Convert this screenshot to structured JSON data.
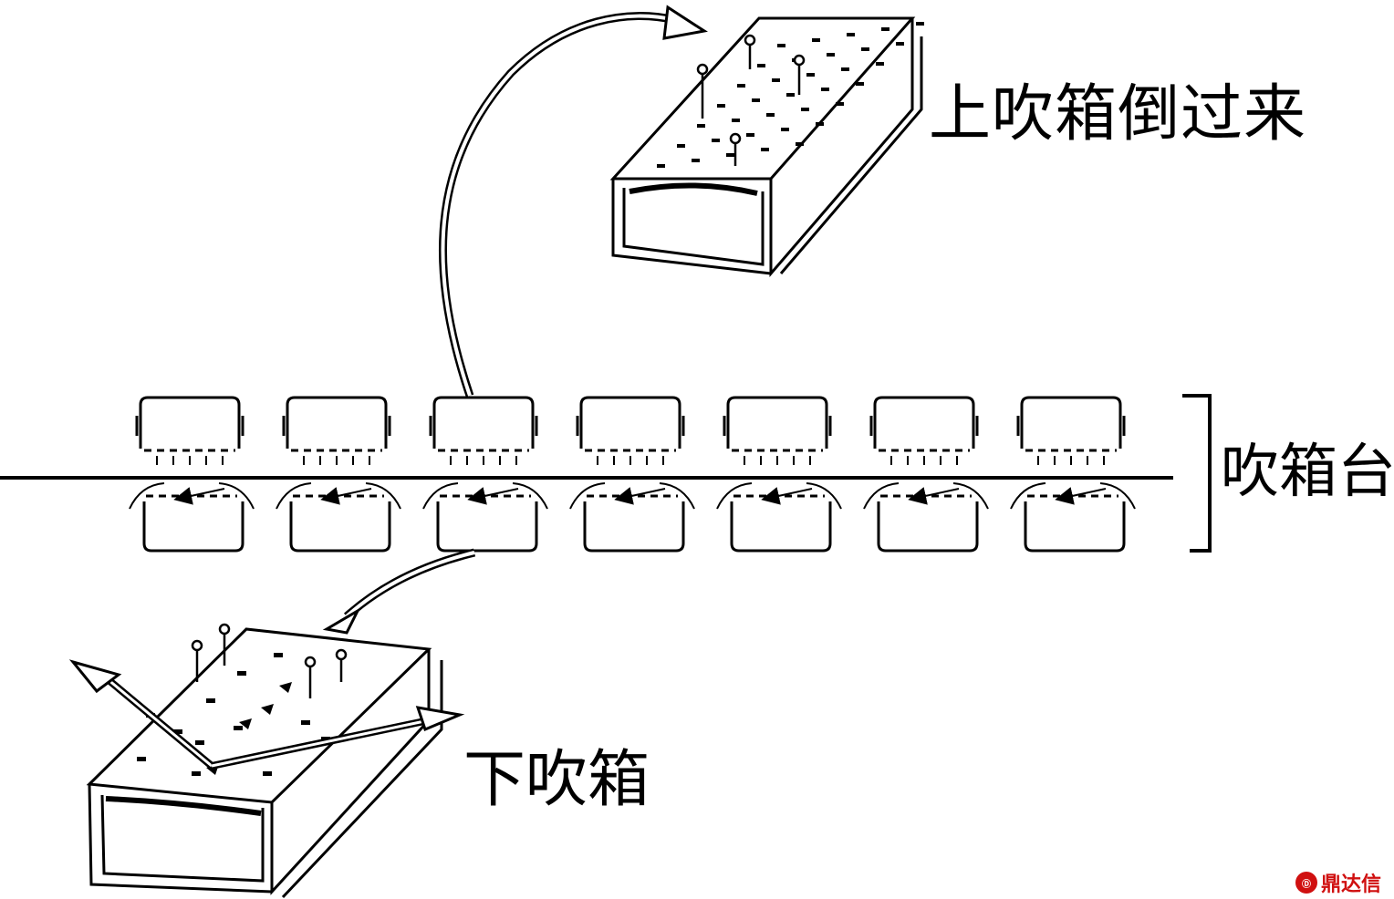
{
  "labels": {
    "upper_box_flipped": "上吹箱倒过来",
    "blowing_table": "吹箱台",
    "lower_box": "下吹箱"
  },
  "watermark": {
    "text": "鼎达信",
    "color": "#d01010"
  },
  "colors": {
    "line": "#000000",
    "background": "#ffffff"
  },
  "nozzle_pairs": 7
}
